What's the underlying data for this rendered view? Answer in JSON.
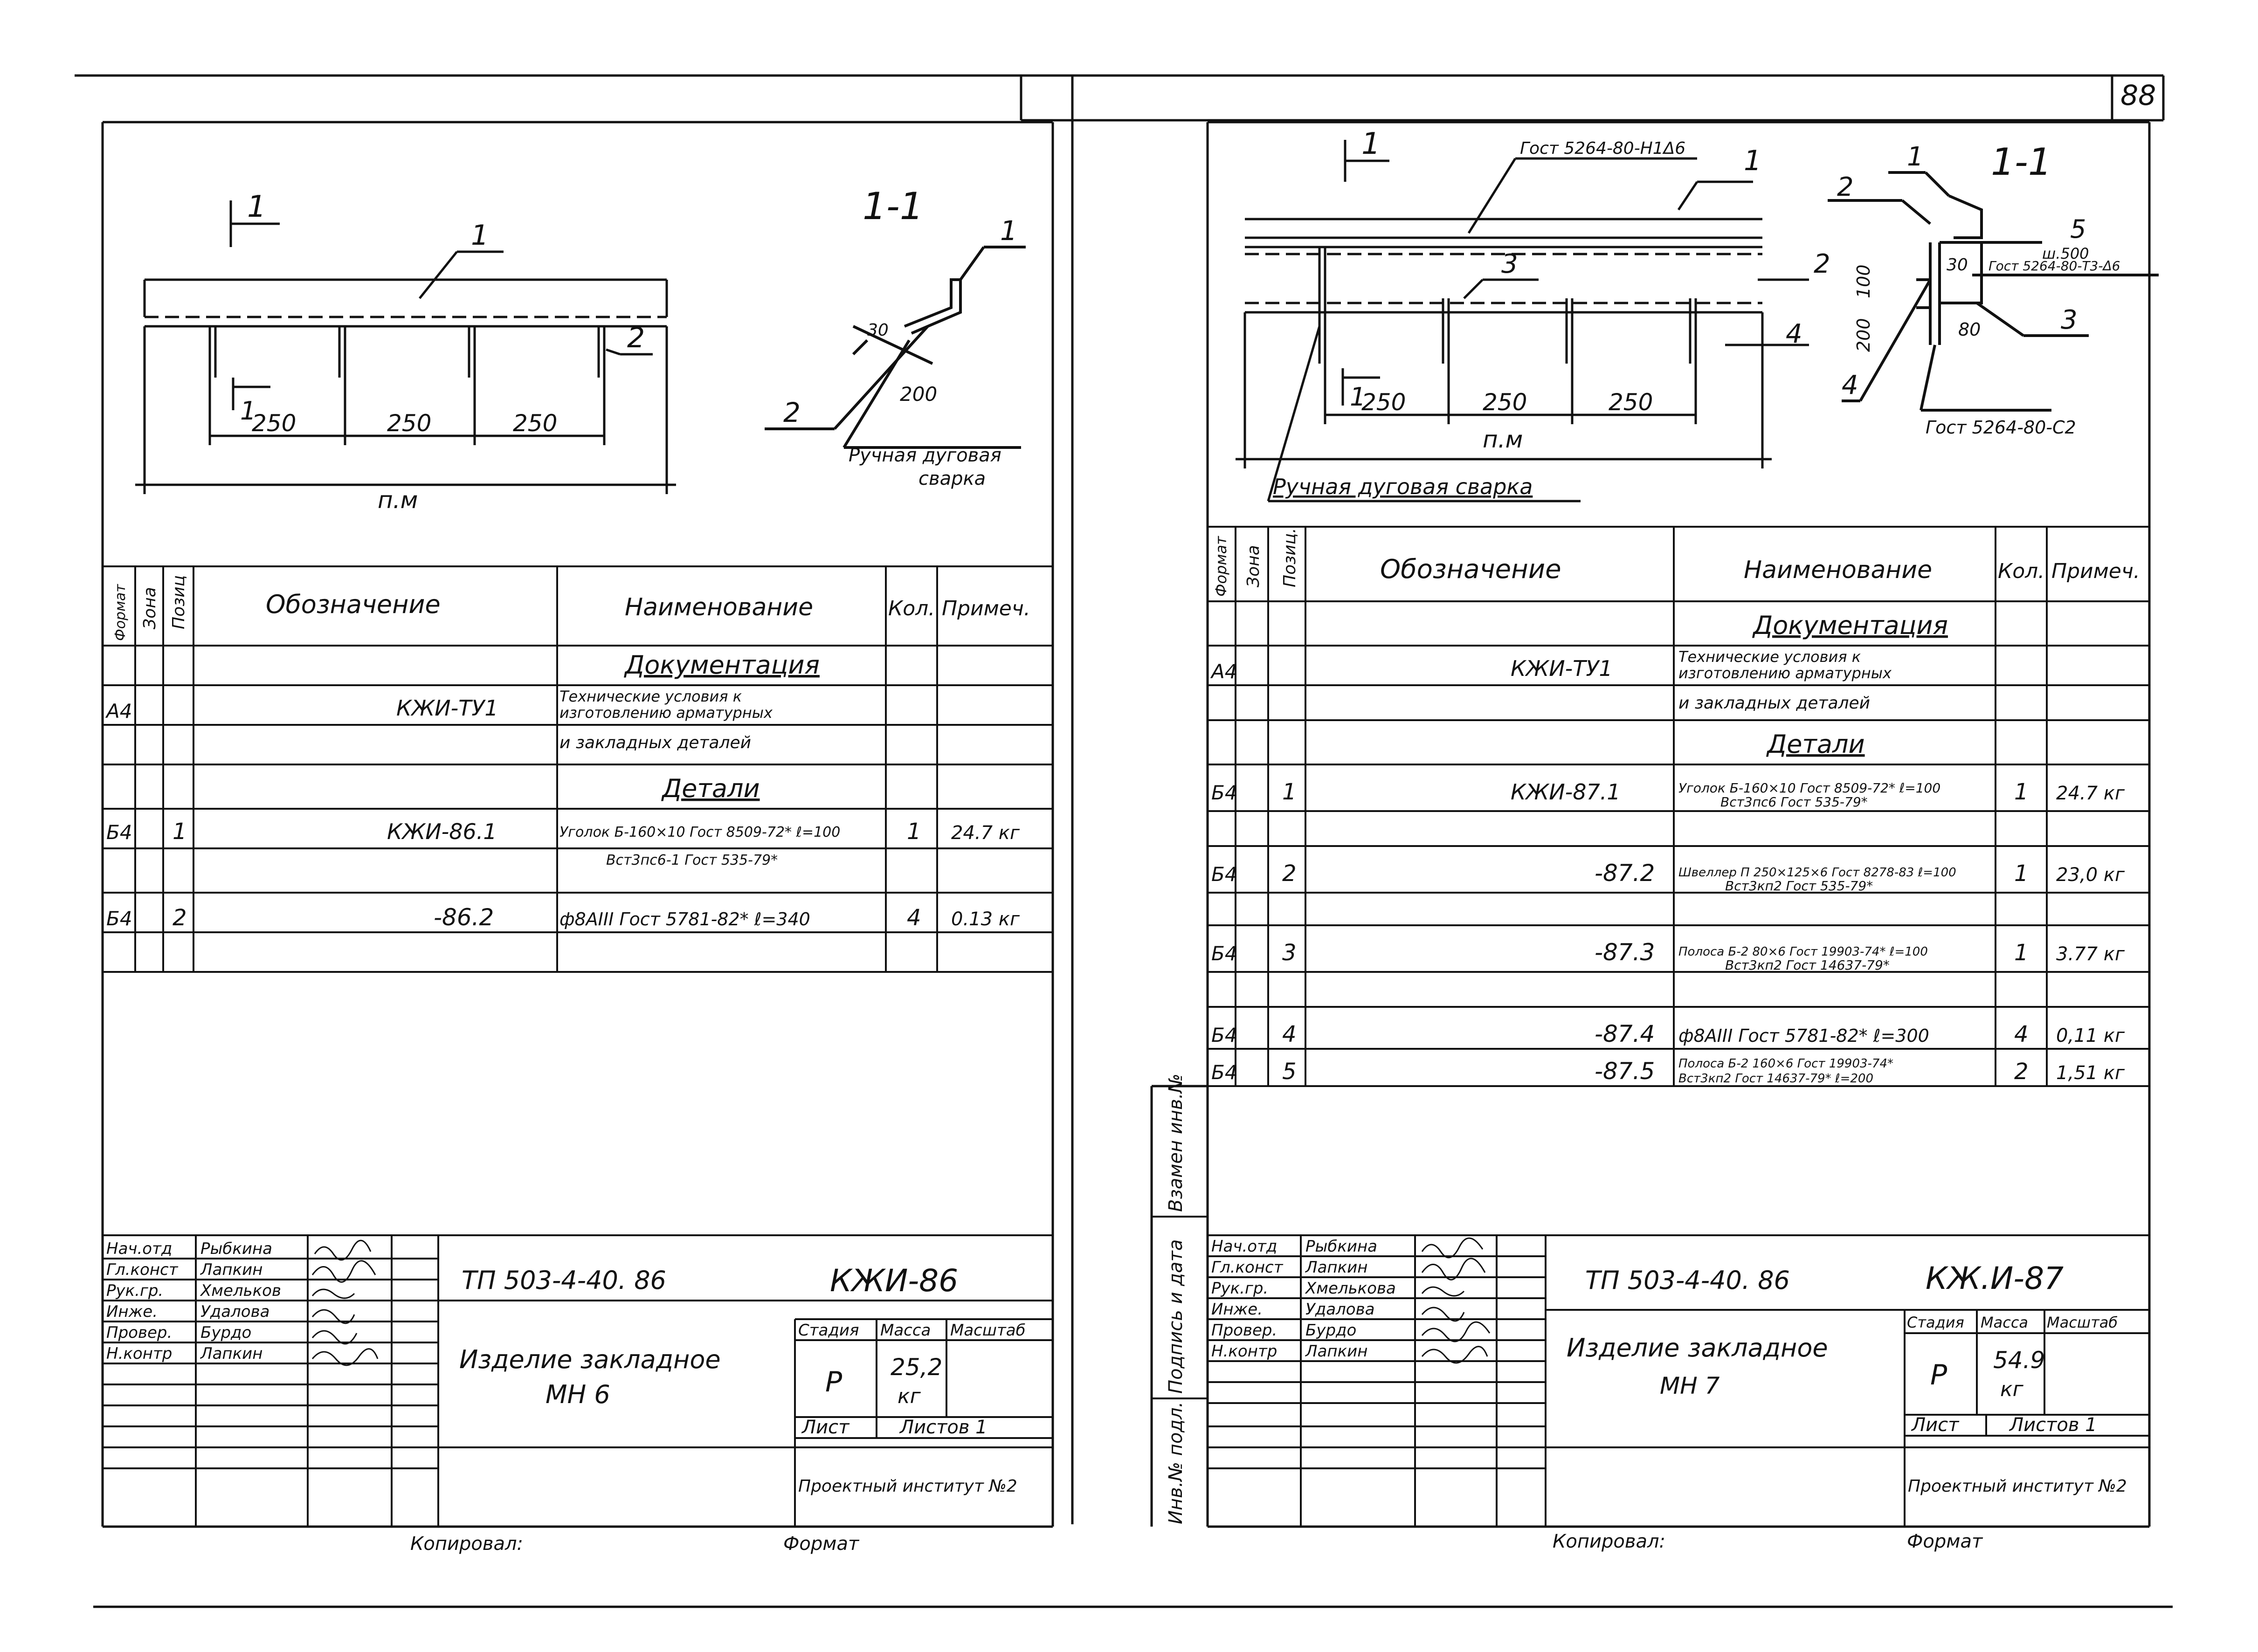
{
  "page_number": "88",
  "left": {
    "section_mark": "1",
    "section_title": "1-1",
    "callouts": {
      "pos1": "1",
      "pos2": "2",
      "section_lbl": "1",
      "section_pos1": "1",
      "section_pos2": "2"
    },
    "dims": {
      "d1": "250",
      "d2": "250",
      "d3": "250",
      "total": "п.м",
      "weld_30": "30",
      "weld_200": "200"
    },
    "weld_note": [
      "Ручная дуговая",
      "сварка"
    ],
    "table": {
      "headers": {
        "format": "Формат",
        "zone": "Зона",
        "pos": "Позиц",
        "designation": "Обозначение",
        "name": "Наименование",
        "qty": "Кол.",
        "note": "Примеч."
      },
      "doc_header": "Документация",
      "doc_row": {
        "format": "А4",
        "designation": "КЖИ-ТУ1",
        "name_1": "Технические условия к",
        "name_2": "изготовлению арматурных",
        "name_3": "и закладных деталей"
      },
      "details_header": "Детали",
      "rows": [
        {
          "format": "Б4",
          "pos": "1",
          "designation": "КЖИ-86.1",
          "name_1": "Уголок Б-160×10 Гост 8509-72*  ℓ=100",
          "name_2": "Вст3пс6-1 Гост 535-79*",
          "qty": "1",
          "note": "24.7 кг"
        },
        {
          "format": "Б4",
          "pos": "2",
          "designation": "-86.2",
          "name_1": "ф8АIII Гост 5781-82* ℓ=340",
          "name_2": "",
          "qty": "4",
          "note": "0.13 кг"
        }
      ]
    },
    "title_block": {
      "roles": [
        {
          "role": "Нач.отд",
          "name": "Рыбкина"
        },
        {
          "role": "Гл.конст",
          "name": "Лапкин"
        },
        {
          "role": "Рук.гр.",
          "name": "Хмельков"
        },
        {
          "role": "Инже.",
          "name": "Удалова"
        },
        {
          "role": "Провер.",
          "name": "Бурдо"
        },
        {
          "role": "Н.контр",
          "name": "Лапкин"
        }
      ],
      "project": "ТП 503-4-40. 86",
      "code": "КЖИ-86",
      "title_1": "Изделие закладное",
      "title_2": "МН 6",
      "stage_label": "Стадия",
      "mass_label": "Масса",
      "scale_label": "Масштаб",
      "stage": "Р",
      "mass": "25,2",
      "mass_unit": "кг",
      "sheet_label": "Лист",
      "sheets_label": "Листов 1",
      "org": "Проектный институт №2"
    },
    "copied": "Копировал:",
    "format": "Формат"
  },
  "right": {
    "section_mark": "1",
    "section_title": "1-1",
    "gost_top": "Гост 5264-80-Н1Δ6",
    "gost_right": "Гост 5264-80-Т3-Δ6",
    "gost_bottom": "Гост 5264-80-С2",
    "callouts": {
      "pos1": "1",
      "pos2": "2",
      "pos3": "3",
      "pos4": "4",
      "sec1": "1",
      "sec2": "2",
      "sec3": "3",
      "sec4": "4",
      "sec5": "5",
      "section_lbl": "1"
    },
    "dims": {
      "d1": "250",
      "d2": "250",
      "d3": "250",
      "total": "п.м",
      "s30": "30",
      "s200": "200",
      "s100": "100",
      "s80": "80",
      "sh500": "ш.500"
    },
    "weld_note": "Ручная дуговая сварка",
    "table": {
      "headers": {
        "format": "Формат",
        "zone": "Зона",
        "pos": "Позиц.",
        "designation": "Обозначение",
        "name": "Наименование",
        "qty": "Кол.",
        "note": "Примеч."
      },
      "doc_header": "Документация",
      "doc_row": {
        "format": "А4",
        "designation": "КЖИ-ТУ1",
        "name_1": "Технические условия к",
        "name_2": "изготовлению арматурных",
        "name_3": "и закладных деталей"
      },
      "details_header": "Детали",
      "rows": [
        {
          "format": "Б4",
          "pos": "1",
          "designation": "КЖИ-87.1",
          "name_1": "Уголок Б-160×10 Гост 8509-72* ℓ=100",
          "name_2": "Вст3пс6 Гост 535-79*",
          "qty": "1",
          "note": "24.7 кг"
        },
        {
          "format": "Б4",
          "pos": "2",
          "designation": "-87.2",
          "name_1": "Швеллер П 250×125×6 Гост 8278-83 ℓ=100",
          "name_2": "Вст3кп2 Гост 535-79*",
          "qty": "1",
          "note": "23,0 кг"
        },
        {
          "format": "Б4",
          "pos": "3",
          "designation": "-87.3",
          "name_1": "Полоса Б-2 80×6 Гост 19903-74* ℓ=100",
          "name_2": "Вст3кп2 Гост 14637-79*",
          "qty": "1",
          "note": "3.77 кг"
        },
        {
          "format": "Б4",
          "pos": "4",
          "designation": "-87.4",
          "name_1": "ф8АIII Гост 5781-82* ℓ=300",
          "name_2": "",
          "qty": "4",
          "note": "0,11 кг"
        },
        {
          "format": "Б4",
          "pos": "5",
          "designation": "-87.5",
          "name_1": "Полоса Б-2 160×6 Гост 19903-74*",
          "name_2": "Вст3кп2 Гост 14637-79* ℓ=200",
          "qty": "2",
          "note": "1,51 кг"
        }
      ]
    },
    "side_labels": {
      "inv": "Инв.№ подл.",
      "sign": "Подпись и дата",
      "replace": "Взамен инв.№"
    },
    "title_block": {
      "roles": [
        {
          "role": "Нач.отд",
          "name": "Рыбкина"
        },
        {
          "role": "Гл.конст",
          "name": "Лапкин"
        },
        {
          "role": "Рук.гр.",
          "name": "Хмелькова"
        },
        {
          "role": "Инже.",
          "name": "Удалова"
        },
        {
          "role": "Провер.",
          "name": "Бурдо"
        },
        {
          "role": "Н.контр",
          "name": "Лапкин"
        }
      ],
      "project": "ТП 503-4-40. 86",
      "code": "КЖ.И-87",
      "title_1": "Изделие закладное",
      "title_2": "МН 7",
      "stage_label": "Стадия",
      "mass_label": "Масса",
      "scale_label": "Масштаб",
      "stage": "Р",
      "mass": "54.9",
      "mass_unit": "кг",
      "sheet_label": "Лист",
      "sheets_label": "Листов 1",
      "org": "Проектный институт №2"
    },
    "copied": "Копировал:",
    "format": "Формат"
  }
}
